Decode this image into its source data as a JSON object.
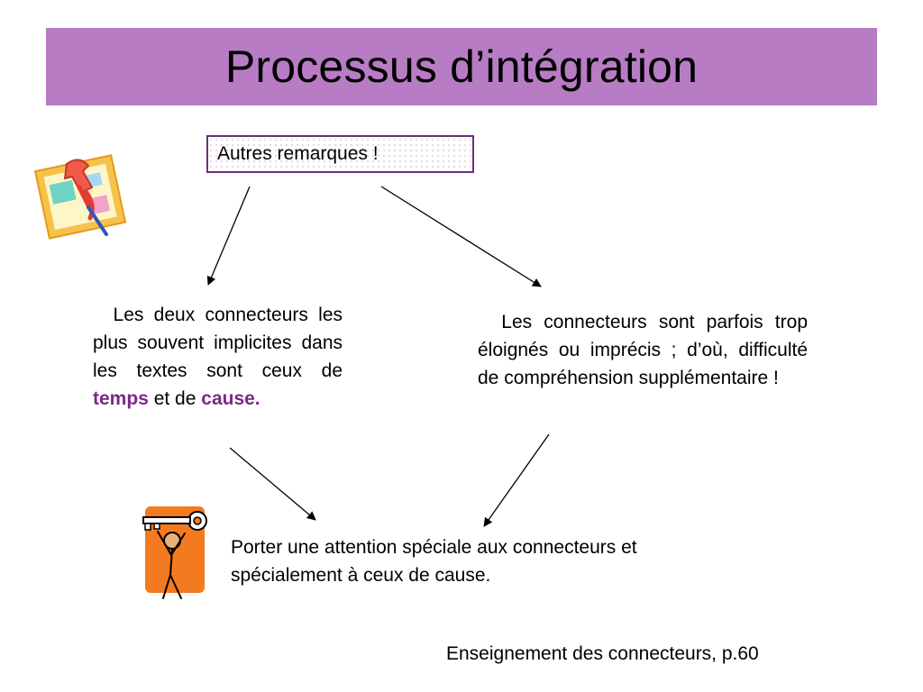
{
  "slide": {
    "title": "Processus d’intégration",
    "remark_box": "Autres remarques !",
    "left_text": {
      "intro": "Les deux connecteurs les plus souvent implicites dans les textes sont ceux de",
      "word1": "temps",
      "joiner": "et de",
      "word2": "cause."
    },
    "right_text": "Les connecteurs sont parfois trop éloignés ou imprécis ; d’où, difficulté de compréhension supplémentaire !",
    "conclusion": "Porter une attention spéciale aux connecteurs et spécialement à ceux de  cause.",
    "footer": "Enseignement des connecteurs, p.60"
  },
  "icons": {
    "pin": "pushpin-note-icon",
    "key": "stick-figure-with-key-icon"
  },
  "colors": {
    "title_bar": "#b87cc4",
    "box_border": "#6a2f7e",
    "highlight": "#7a2a86",
    "key_card": "#f47a20"
  }
}
